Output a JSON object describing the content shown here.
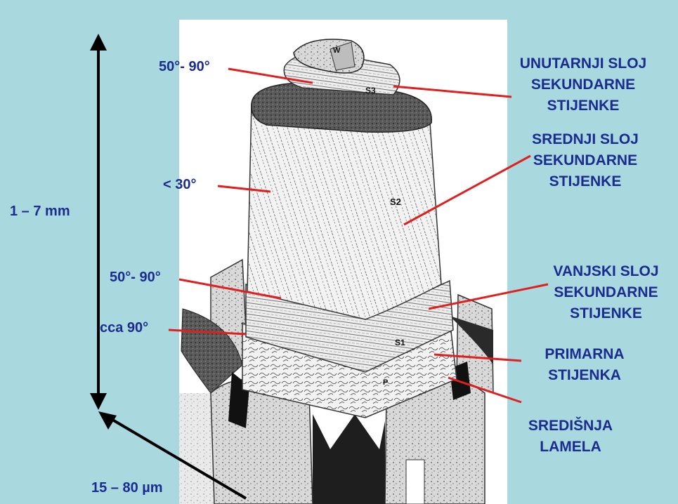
{
  "dimensions": {
    "height_range": "1 – 7 mm",
    "width_range": "15 – 80 µm"
  },
  "angles": {
    "s3_angle": "50°- 90°",
    "s2_angle": "< 30°",
    "s1_angle": "50°- 90°",
    "primary_angle": "cca 90°"
  },
  "layers": {
    "inner": [
      "UNUTARNJI SLOJ",
      "SEKUNDARNE",
      "STIJENKE"
    ],
    "middle": [
      "SREDNJI SLOJ",
      "SEKUNDARNE",
      "STIJENKE"
    ],
    "outer": [
      "VANJSKI SLOJ",
      "SEKUNDARNE",
      "STIJENKE"
    ],
    "primary": [
      "PRIMARNA",
      "STIJENKA"
    ],
    "lamella": [
      "SREDIŠNJA",
      "LAMELA"
    ]
  },
  "drawing_tags": {
    "w": "W",
    "s3": "S3",
    "s2": "S2",
    "s1": "S1",
    "p": "P"
  },
  "colors": {
    "background": "#a9d8de",
    "label_text": "#1a2c8f",
    "leader_lines": "#e02020",
    "dimension_arrows": "#000000",
    "drawing_panel": "#ffffff"
  }
}
